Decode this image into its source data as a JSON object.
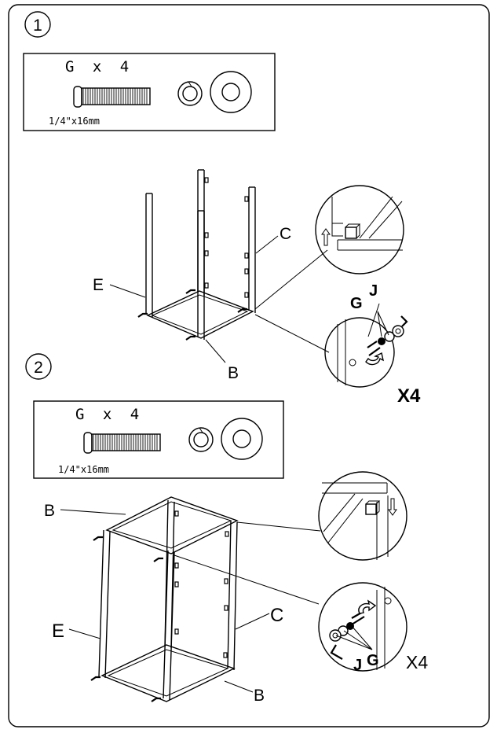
{
  "steps": [
    {
      "number": "1",
      "hardware": {
        "part_label": "G x 4",
        "size": "1/4\"x16mm"
      },
      "labels": {
        "e": "E",
        "c": "C",
        "b": "B",
        "g": "G",
        "j": "J",
        "qty": "X4"
      }
    },
    {
      "number": "2",
      "hardware": {
        "part_label": "G x 4",
        "size": "1/4\"x16mm"
      },
      "labels": {
        "b": "B",
        "e": "E",
        "c": "C",
        "j": "J",
        "g": "G",
        "qty": "X4"
      }
    }
  ],
  "colors": {
    "ink": "#000000",
    "paper": "#ffffff"
  }
}
